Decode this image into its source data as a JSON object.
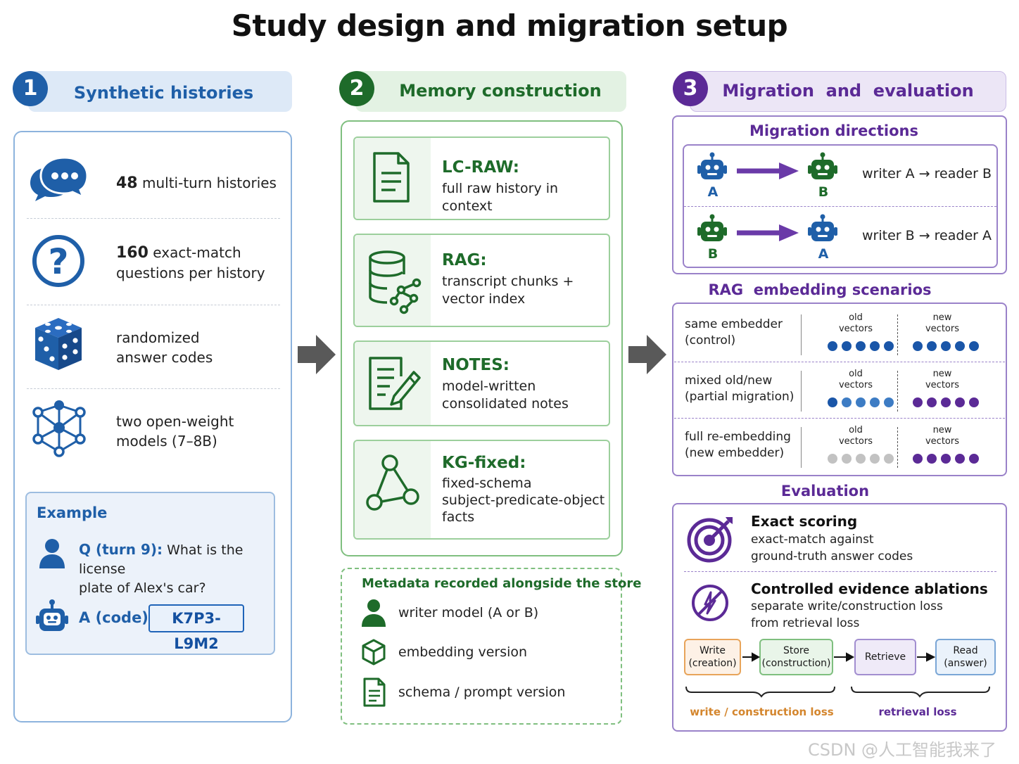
{
  "title": "Study design and migration setup",
  "watermark": "CSDN @人工智能我来了",
  "sections": {
    "s1": {
      "num": "1",
      "label": "Synthetic histories",
      "items": [
        {
          "bold": "48",
          "text": " multi-turn histories",
          "icon": "chat-bubbles-icon"
        },
        {
          "bold": "160",
          "text": " exact-match",
          "text2": "questions per history",
          "icon": "question-circle-icon"
        },
        {
          "text": "randomized",
          "text2": "answer codes",
          "icon": "dice-icon"
        },
        {
          "text": "two open-weight",
          "text2": "models (7–8B)",
          "icon": "network-icon"
        }
      ],
      "example": {
        "heading": "Example",
        "q_prefix": "Q (turn 9):",
        "q_text": " What is the license",
        "q_text2": "plate of Alex's car?",
        "a_prefix": "A (code):",
        "code": "K7P3-L9M2"
      }
    },
    "s2": {
      "num": "2",
      "label": "Memory construction",
      "boxes": [
        {
          "title": "LC-RAW:",
          "lines": [
            "full raw history in context"
          ],
          "icon": "document-icon"
        },
        {
          "title": "RAG:",
          "lines": [
            "transcript chunks +",
            "vector index"
          ],
          "icon": "database-icon"
        },
        {
          "title": "NOTES:",
          "lines": [
            "model-written",
            "consolidated notes"
          ],
          "icon": "notes-pencil-icon"
        },
        {
          "title": "KG-fixed:",
          "lines": [
            "fixed-schema",
            "subject-predicate-object",
            "facts"
          ],
          "icon": "graph-icon"
        }
      ],
      "metadata": {
        "heading": "Metadata recorded alongside the store",
        "items": [
          "writer model (A or B)",
          "embedding version",
          "schema / prompt version"
        ]
      }
    },
    "s3": {
      "num": "3",
      "label": "Migration  and  evaluation",
      "migration": {
        "heading": "Migration directions",
        "rows": [
          {
            "from": "A",
            "to": "B",
            "text": "writer A → reader B"
          },
          {
            "from": "B",
            "to": "A",
            "text": "writer B → reader A"
          }
        ]
      },
      "rag": {
        "heading": "RAG  embedding scenarios",
        "old_label": [
          "old",
          "vectors"
        ],
        "new_label": [
          "new",
          "vectors"
        ],
        "scenarios": [
          {
            "l1": "same embedder",
            "l2": "(control)",
            "old": "blue",
            "new": "blue"
          },
          {
            "l1": "mixed old/new",
            "l2": "(partial migration)",
            "old": "blue-light",
            "new": "purple"
          },
          {
            "l1": "full re-embedding",
            "l2": "(new embedder)",
            "old": "grey",
            "new": "purple"
          }
        ]
      },
      "evaluation": {
        "heading": "Evaluation",
        "items": [
          {
            "title": "Exact scoring",
            "lines": [
              "exact-match against",
              "ground-truth answer codes"
            ]
          },
          {
            "title": "Controlled evidence ablations",
            "lines": [
              "separate write/construction loss",
              "from retrieval loss"
            ]
          }
        ],
        "flow": [
          {
            "l1": "Write",
            "l2": "(creation)"
          },
          {
            "l1": "Store",
            "l2": "(construction)"
          },
          {
            "l1": "Retrieve",
            "l2": ""
          },
          {
            "l1": "Read",
            "l2": "(answer)"
          }
        ],
        "loss_write": "write / construction loss",
        "loss_retrieval": "retrieval loss"
      }
    }
  },
  "colors": {
    "blue": "#1f5fa8",
    "green": "#1e6b2a",
    "purple": "#5b2a96",
    "dot_blue": "#1a56a8",
    "dot_blue_light": "#3d7cc4",
    "dot_purple": "#5b2a96",
    "dot_grey": "#c2c2c2"
  }
}
